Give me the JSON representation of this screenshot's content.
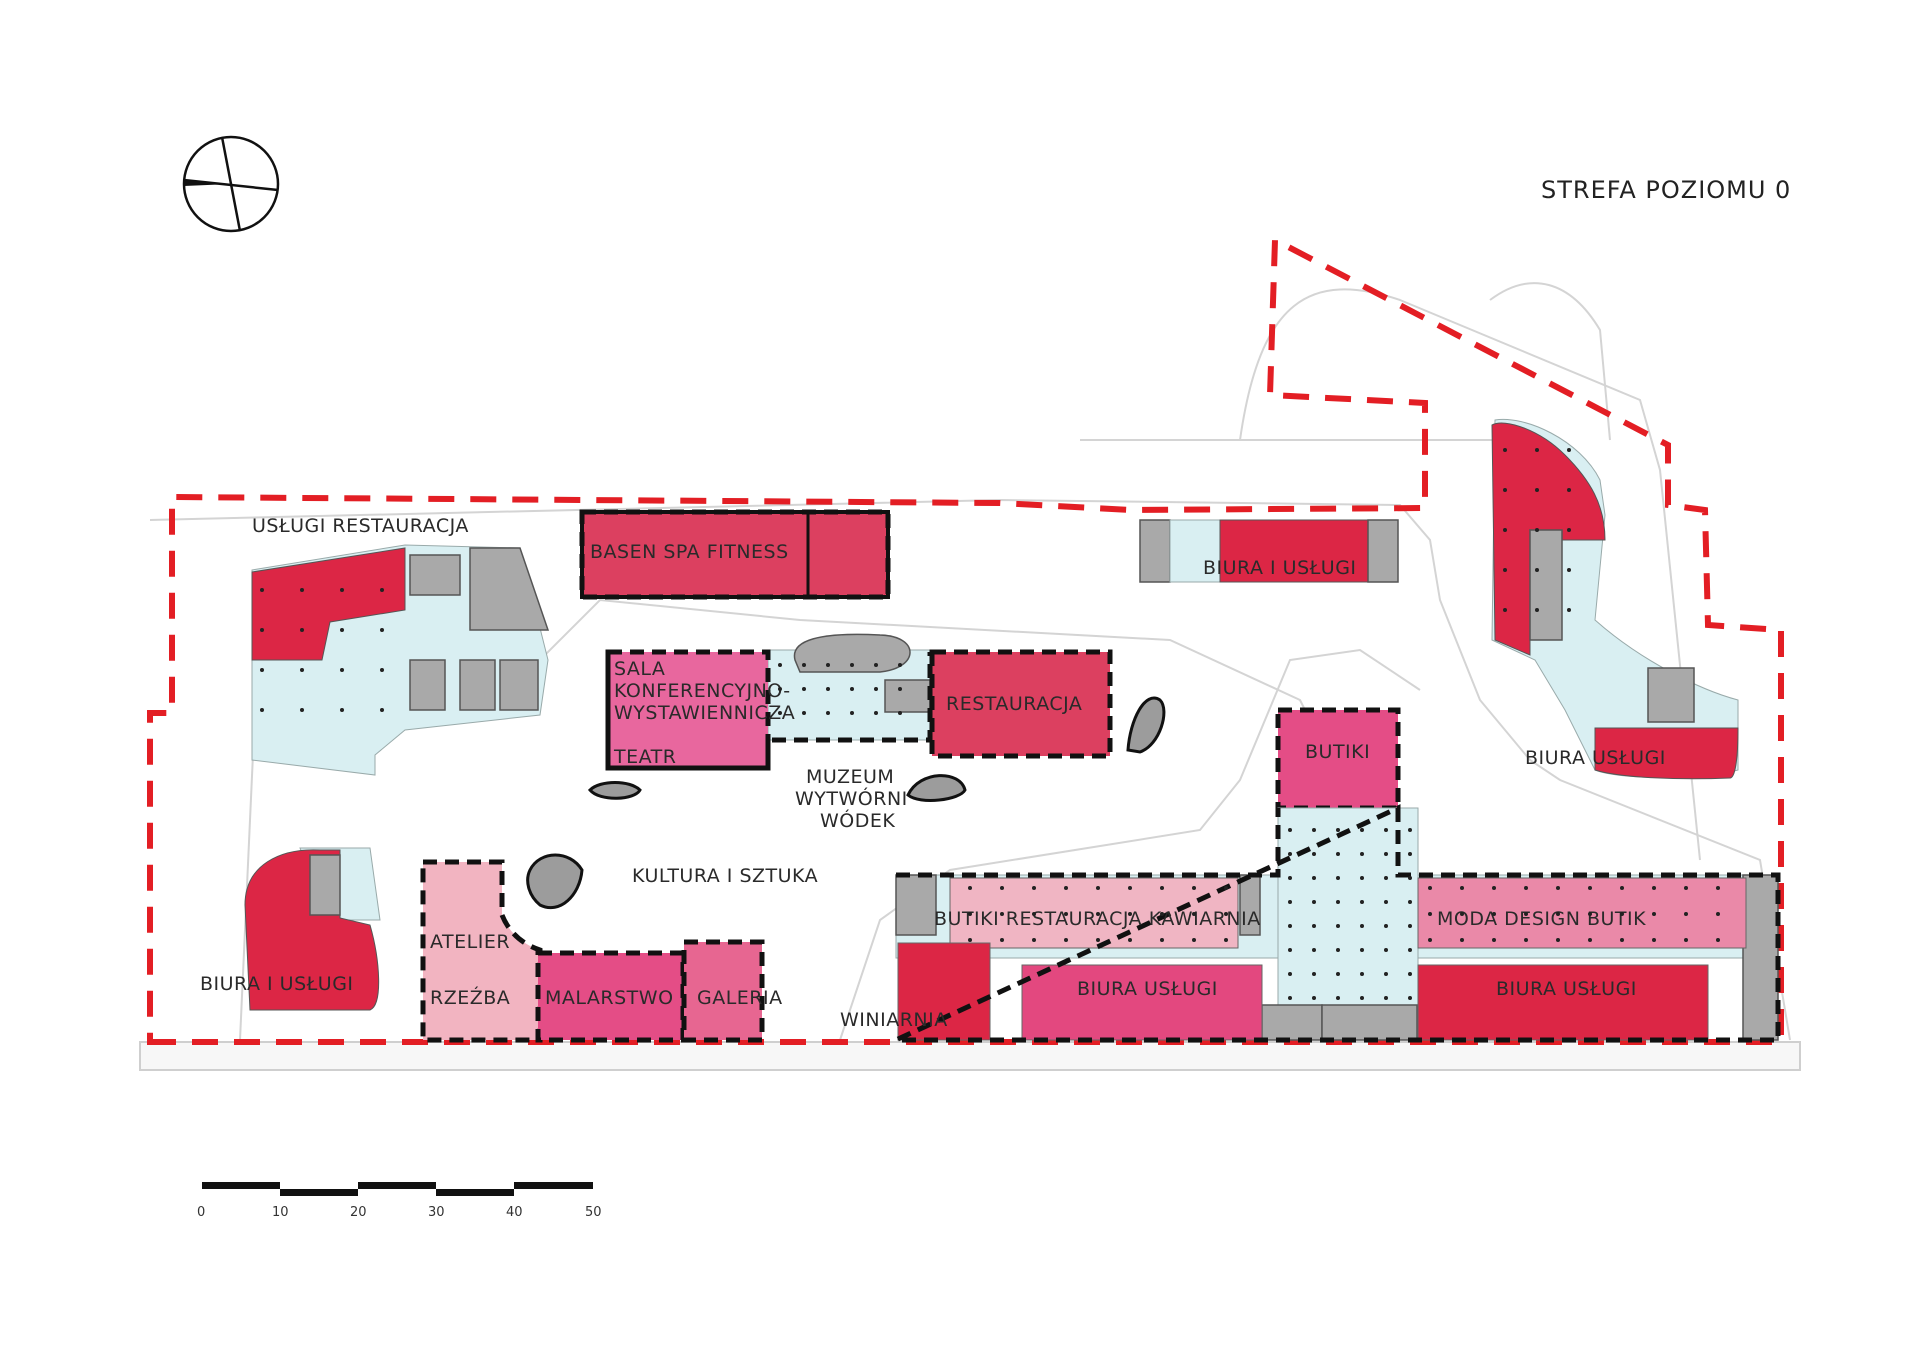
{
  "title": "STREFA POZIOMU 0",
  "labels": {
    "uslugi_restauracja": "USŁUGI RESTAURACJA",
    "basen": "BASEN SPA FITNESS",
    "biura_uslugi_top": "BIURA I USŁUGI",
    "sala_1": "SALA",
    "sala_2": "KONFERENCYJNO-",
    "sala_3": "WYSTAWIENNICZA",
    "teatr": "TEATR",
    "restauracja": "RESTAURACJA",
    "butiki": "BUTIKI",
    "biura_uslugi_right": "BIURA USŁUGI",
    "muzeum_1": "MUZEUM",
    "muzeum_2": "WYTWÓRNI",
    "muzeum_3": "WÓDEK",
    "kultura": "KULTURA I SZTUKA",
    "atelier": "ATELIER",
    "rzezba": "RZEŹBA",
    "malarstwo": "MALARSTWO",
    "galeria": "GALERIA",
    "biura_uslugi_left": "BIURA I USŁUGI",
    "winiarnia": "WINIARNIA",
    "butiki_rest": "BUTIKI RESTAURACJA KAWIARNIA",
    "moda": "MODA DESIGN BUTIK",
    "biura_uslugi_b1": "BIURA USŁUGI",
    "biura_uslugi_b2": "BIURA USŁUGI"
  },
  "scale": {
    "ticks": [
      "0",
      "10",
      "20",
      "30",
      "40",
      "50"
    ]
  },
  "colors": {
    "zone_line": "#e31e24",
    "red": "#dc2645",
    "rose": "#e2506e",
    "pink": "#e7689c",
    "light_pink": "#f0b5c3",
    "service_gray": "#a9a9a9",
    "circulation": "#d9eff2"
  },
  "icons": {
    "north": "north-arrow-icon"
  }
}
